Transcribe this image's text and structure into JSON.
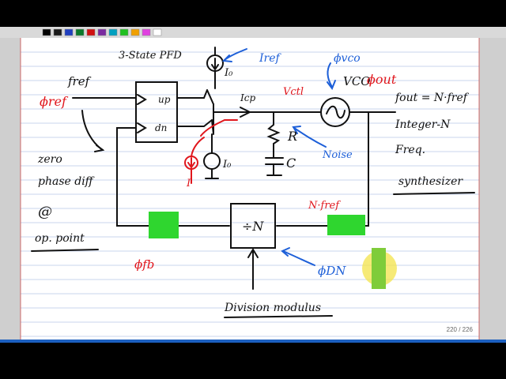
{
  "toolbar": {
    "pen_colors": [
      "#000000",
      "#1a1a1a",
      "#1f3fbf",
      "#0a7a2a",
      "#d01010",
      "#7a2aa0",
      "#00a0c0",
      "#20c020",
      "#f0a000",
      "#e040e0",
      "#ffffff"
    ]
  },
  "page": {
    "counter": "220 / 226"
  },
  "diagram": {
    "pfd_title": "3-State PFD",
    "phi_ref": "ϕref",
    "fref": "fref",
    "up": "up",
    "dn": "dn",
    "i_ref": "Iref",
    "i0_top": "I₀",
    "i0_bottom": "I₀",
    "i_err": "I",
    "vctl": "Vctl",
    "i_cp": "Icp",
    "phi_vco": "ϕvco",
    "vco": "VCO",
    "phi_out": "ϕout",
    "r": "R",
    "c": "C",
    "noise": "Noise",
    "n_fref": "N·fref",
    "divider": "÷N",
    "phi_fb": "ϕfb",
    "phi_dn": "ϕDN",
    "division_modulus": "Division modulus",
    "zero_phase_1": "zero",
    "zero_phase_2": "phase diff",
    "zero_phase_3": "@",
    "zero_phase_4": "op. point",
    "fout_eq": "fout = N·fref",
    "synth_1": "Integer-N",
    "synth_2": "Freq.",
    "synth_3": "synthesizer"
  },
  "colors": {
    "highlight_green": "#2fd62f",
    "cursor_yellow": "#f3e34a",
    "ink_black": "#111111",
    "ink_red": "#e0161c",
    "ink_blue": "#1d5fd8"
  }
}
